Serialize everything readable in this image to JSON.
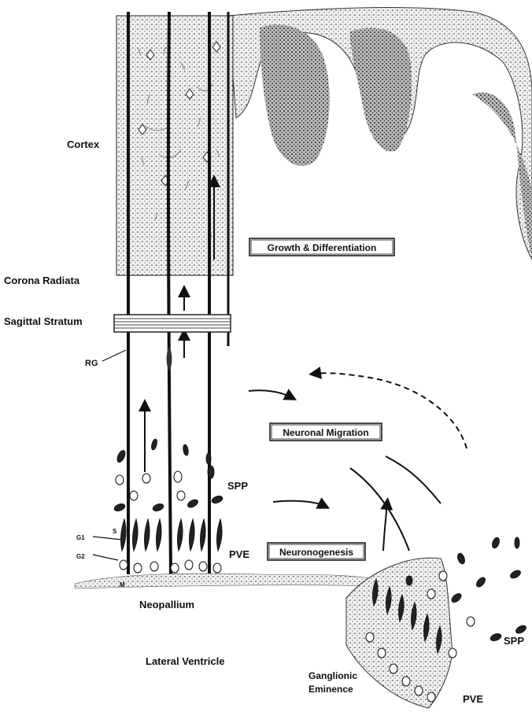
{
  "labels": {
    "cortex": "Cortex",
    "corona_radiata": "Corona Radiata",
    "sagittal_stratum": "Sagittal Stratum",
    "rg": "RG",
    "spp_upper": "SPP",
    "pve_upper": "PVE",
    "g1": "G1",
    "g2": "G2",
    "s": "S",
    "m": "M",
    "neopallium": "Neopallium",
    "lateral_ventricle": "Lateral Ventricle",
    "ganglionic_line1": "Ganglionic",
    "ganglionic_line2": "Eminence",
    "spp_lower": "SPP",
    "pve_lower": "PVE"
  },
  "boxes": {
    "growth": "Growth & Differentiation",
    "migration": "Neuronal Migration",
    "neurogenesis": "Neuronogenesis"
  }
}
